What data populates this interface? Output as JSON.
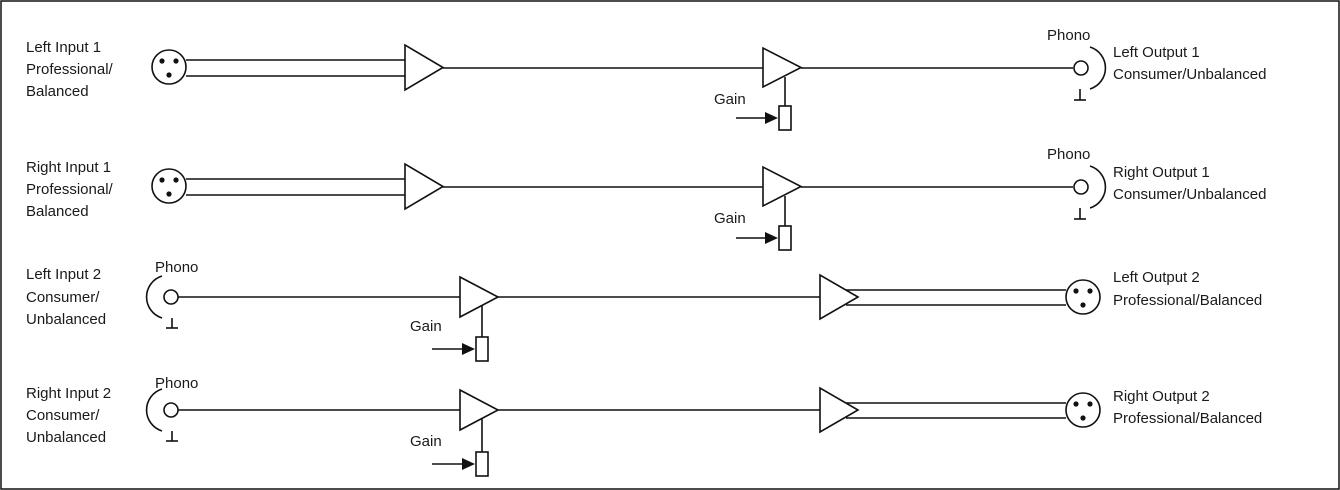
{
  "channels": [
    {
      "input": {
        "name": "Left Input 1",
        "line2": "Professional/",
        "line3": "Balanced",
        "connector": "xlr-connector-icon"
      },
      "output": {
        "name": "Left Output 1",
        "line2": "Consumer/Unbalanced",
        "connector": "phono-connector-icon",
        "connector_label": "Phono"
      },
      "gain_label": "Gain"
    },
    {
      "input": {
        "name": "Right Input 1",
        "line2": "Professional/",
        "line3": "Balanced",
        "connector": "xlr-connector-icon"
      },
      "output": {
        "name": "Right Output 1",
        "line2": "Consumer/Unbalanced",
        "connector": "phono-connector-icon",
        "connector_label": "Phono"
      },
      "gain_label": "Gain"
    },
    {
      "input": {
        "name": "Left Input 2",
        "line2": "Consumer/",
        "line3": "Unbalanced",
        "connector": "phono-connector-icon",
        "connector_label": "Phono"
      },
      "output": {
        "name": "Left Output 2",
        "line2": "Professional/Balanced",
        "connector": "xlr-connector-icon"
      },
      "gain_label": "Gain"
    },
    {
      "input": {
        "name": "Right Input 2",
        "line2": "Consumer/",
        "line3": "Unbalanced",
        "connector": "phono-connector-icon",
        "connector_label": "Phono"
      },
      "output": {
        "name": "Right Output 2",
        "line2": "Professional/Balanced",
        "connector": "xlr-connector-icon"
      },
      "gain_label": "Gain"
    }
  ],
  "colors": {
    "line": "#111111",
    "text": "#1a1a1a",
    "background": "#ffffff"
  }
}
